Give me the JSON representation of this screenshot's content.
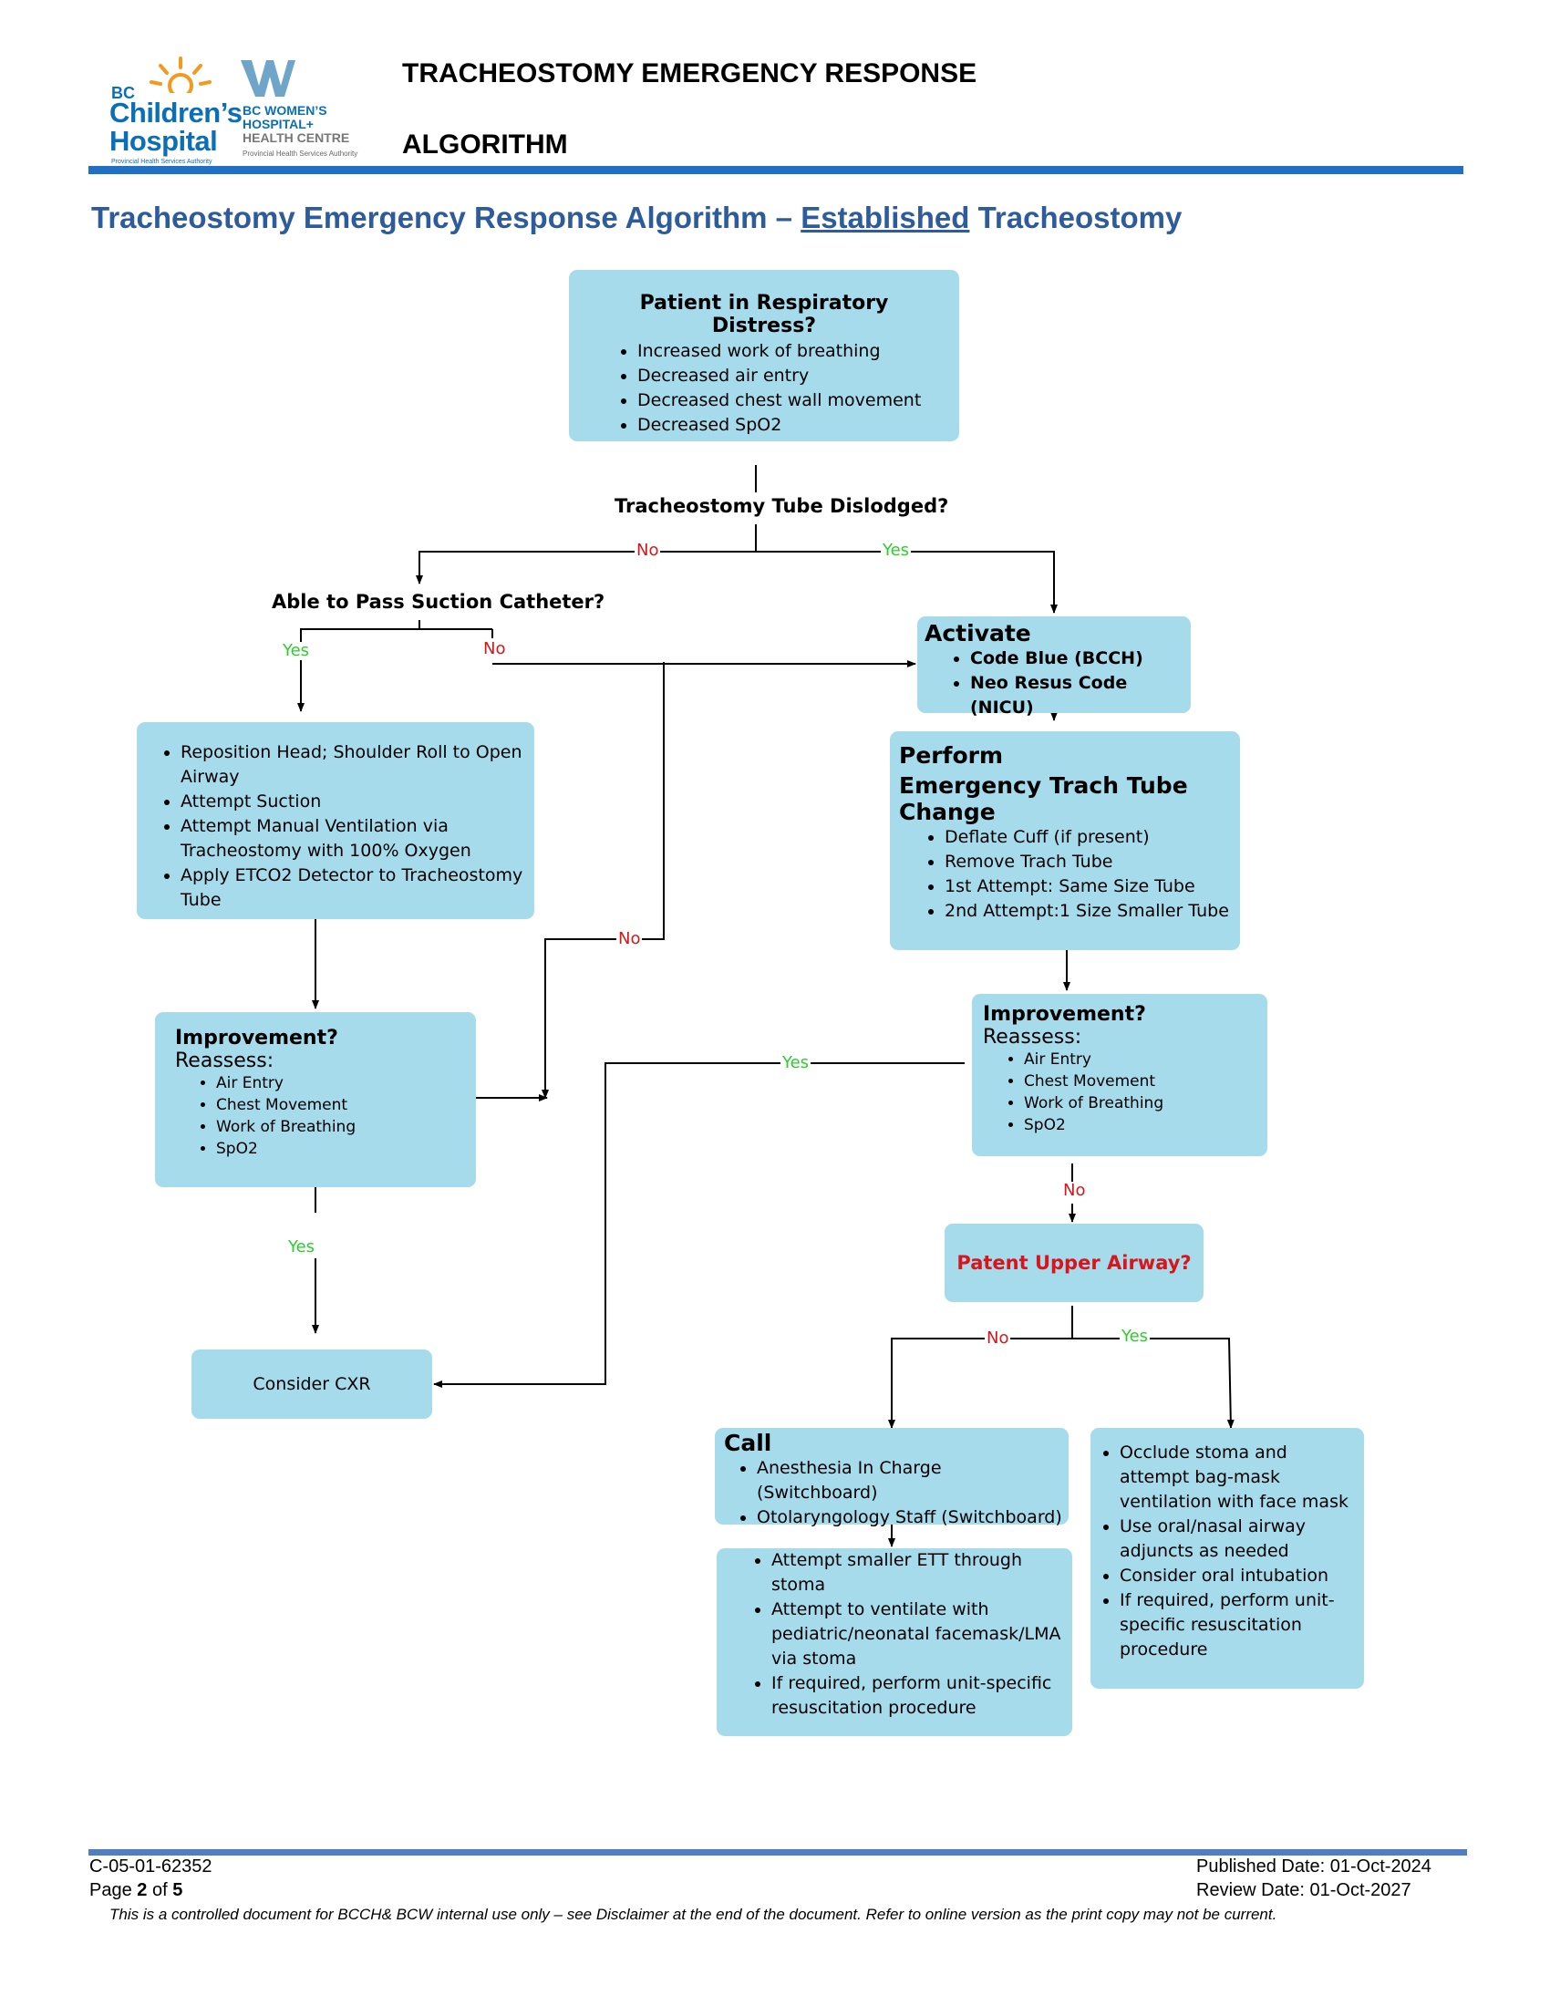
{
  "header": {
    "bcch_logo": {
      "bc": "BC",
      "name_line1": "Children’s",
      "name_line2": "Hospital",
      "sub": "Provincial Health Services Authority"
    },
    "bcw_logo": {
      "line1": "BC WOMEN’S",
      "line2": "HOSPITAL+",
      "line3": "HEALTH CENTRE",
      "sub": "Provincial Health Services Authority"
    },
    "title_line1": "TRACHEOSTOMY EMERGENCY RESPONSE",
    "title_line2": "ALGORITHM"
  },
  "page_title": {
    "before": "Tracheostomy Emergency Response Algorithm – ",
    "underlined": "Established",
    "after": " Tracheostomy"
  },
  "nodes": {
    "distress": {
      "title": "Patient in Respiratory Distress?",
      "items": [
        "Increased work of breathing",
        "Decreased air entry",
        "Decreased chest wall movement",
        "Decreased SpO2"
      ]
    },
    "dislodged_q": "Tracheostomy Tube Dislodged?",
    "suction_q": "Able to Pass Suction Catheter?",
    "reposition": {
      "items": [
        "Reposition Head; Shoulder Roll to Open Airway",
        "Attempt Suction",
        "Attempt Manual Ventilation via Tracheostomy with 100% Oxygen",
        "Apply ETCO2 Detector to Tracheostomy Tube"
      ]
    },
    "improve_left": {
      "title": "Improvement?",
      "sub": "Reassess:",
      "items": [
        "Air Entry",
        "Chest Movement",
        "Work of Breathing",
        "SpO2"
      ]
    },
    "cxr": "Consider CXR",
    "activate": {
      "title": "Activate",
      "items": [
        "Code Blue (BCCH)",
        "Neo Resus Code (NICU)"
      ]
    },
    "perform": {
      "title1": "Perform",
      "title2": "Emergency Trach Tube Change",
      "items": [
        "Deflate Cuff (if present)",
        "Remove Trach Tube",
        "1st Attempt: Same Size Tube",
        "2nd Attempt:1 Size Smaller Tube"
      ]
    },
    "improve_right": {
      "title": "Improvement?",
      "sub": "Reassess:",
      "items": [
        "Air Entry",
        "Chest Movement",
        "Work of Breathing",
        "SpO2"
      ]
    },
    "patent": "Patent Upper Airway?",
    "call": {
      "title": "Call",
      "items": [
        "Anesthesia In Charge (Switchboard)",
        "Otolaryngology Staff (Switchboard)"
      ]
    },
    "ett": {
      "items": [
        "Attempt smaller ETT through stoma",
        "Attempt to ventilate with pediatric/neonatal facemask/LMA via stoma",
        "If required, perform unit-specific resuscitation procedure"
      ]
    },
    "occlude": {
      "items": [
        "Occlude stoma and attempt bag-mask ventilation with face mask",
        "Use oral/nasal  airway adjuncts as needed",
        "Consider oral intubation",
        "If required, perform unit-specific resuscitation procedure"
      ]
    }
  },
  "edge_labels": {
    "yes": "Yes",
    "no": "No"
  },
  "colors": {
    "box_fill": "#a6dbec",
    "yes": "#2ecc2e",
    "no": "#d9141a",
    "title_blue": "#2d5b9b",
    "rule_blue": "#1f6fc5"
  },
  "footer": {
    "doc_id": "C-05-01-62352",
    "page_label": "Page ",
    "page_num": "2",
    "page_of": " of ",
    "page_total": "5",
    "published": "Published Date: 01-Oct-2024",
    "review": "Review Date: 01-Oct-2027",
    "disclaimer": "This is a controlled document for BCCH& BCW internal use only – see Disclaimer at the end of the document. Refer to online version as the print copy may not be current."
  }
}
